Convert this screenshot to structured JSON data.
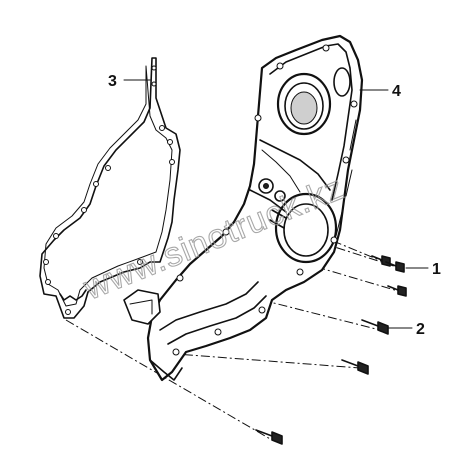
{
  "callouts": [
    {
      "number": "1"
    },
    {
      "number": "2"
    },
    {
      "number": "3"
    },
    {
      "number": "4"
    }
  ],
  "watermark": "www.sinotruck.kz"
}
